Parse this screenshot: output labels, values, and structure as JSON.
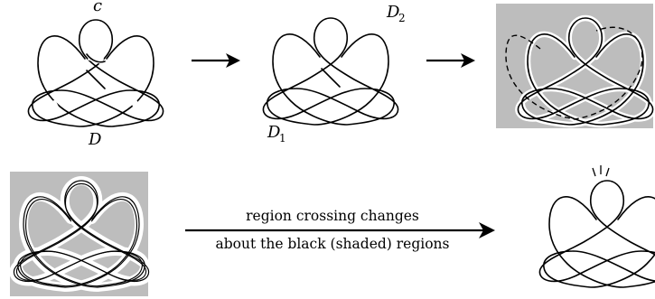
{
  "diagram": {
    "colors": {
      "stroke": "#000000",
      "shade": "#bdbdbd",
      "background": "#ffffff",
      "halo": "#ffffff"
    },
    "labels": {
      "crossing_c": "c",
      "diagram_D": "D",
      "region_D1_base": "D",
      "region_D1_sub": "1",
      "region_D2_base": "D",
      "region_D2_sub": "2"
    },
    "arrow_caption": {
      "line1": "region crossing changes",
      "line2": "about the black (shaded) regions"
    }
  }
}
